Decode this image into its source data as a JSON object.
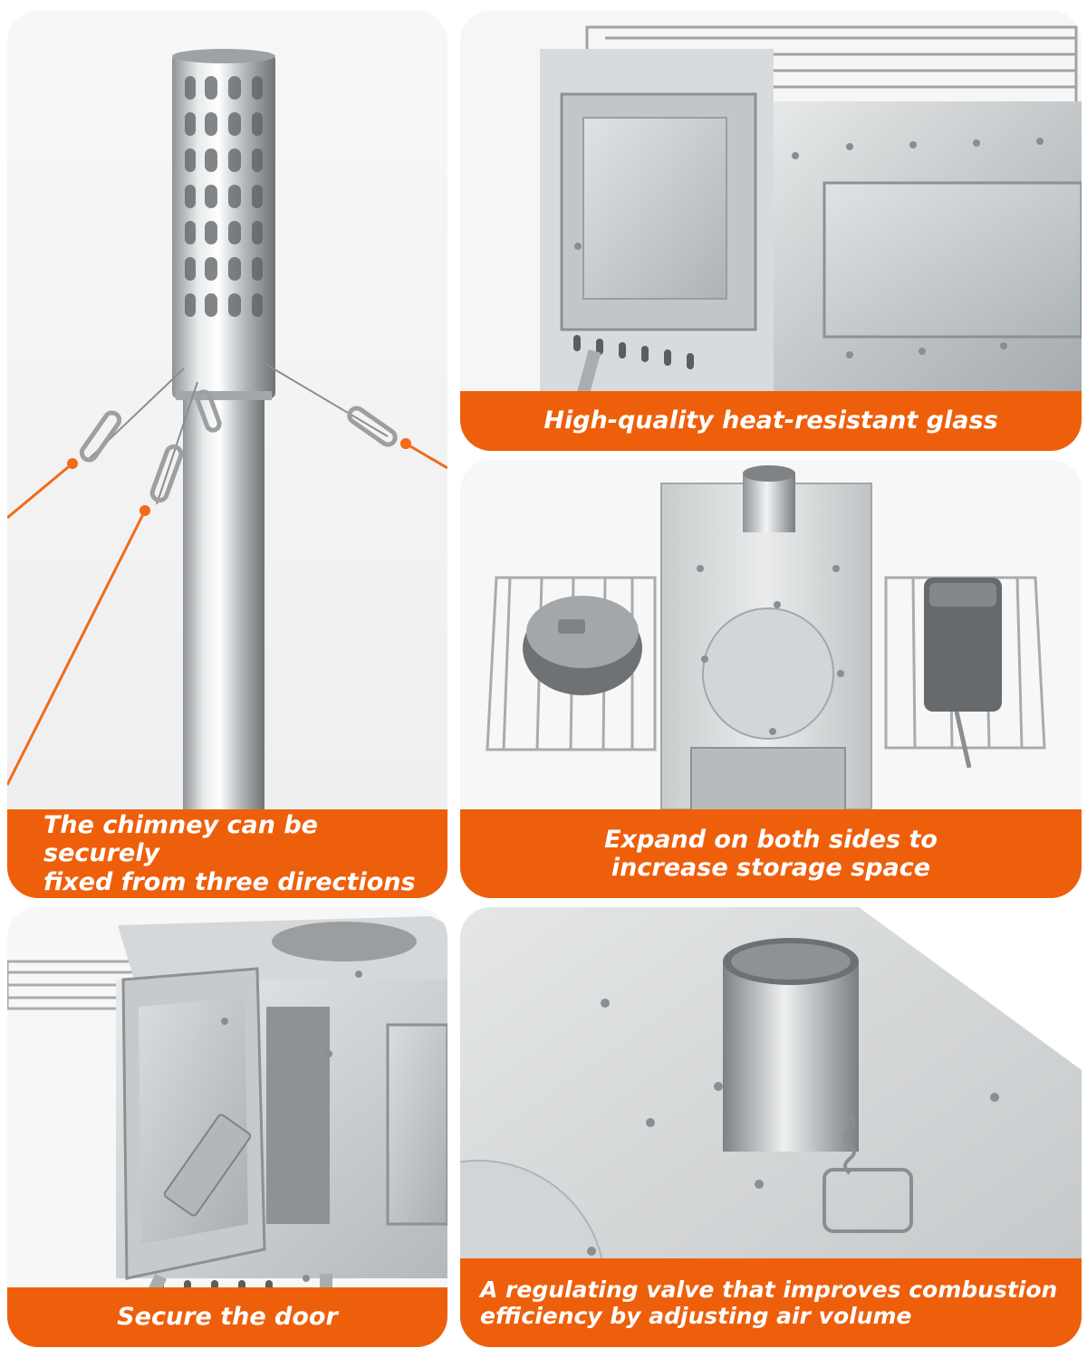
{
  "captions": {
    "chimney": [
      "The chimney can be securely",
      "fixed from three directions"
    ],
    "glass": [
      "High-quality heat-resistant glass"
    ],
    "storage": [
      "Expand on both sides to",
      "increase storage space"
    ],
    "door": [
      "Secure the door"
    ],
    "valve": [
      "A regulating valve that improves combustion",
      "efficiency by adjusting air volume"
    ]
  },
  "colors": {
    "caption_bg": "#ee5f0c",
    "caption_text": "#ffffff",
    "guy_rope": "#f26a1b",
    "steel": "#c9ccce"
  }
}
